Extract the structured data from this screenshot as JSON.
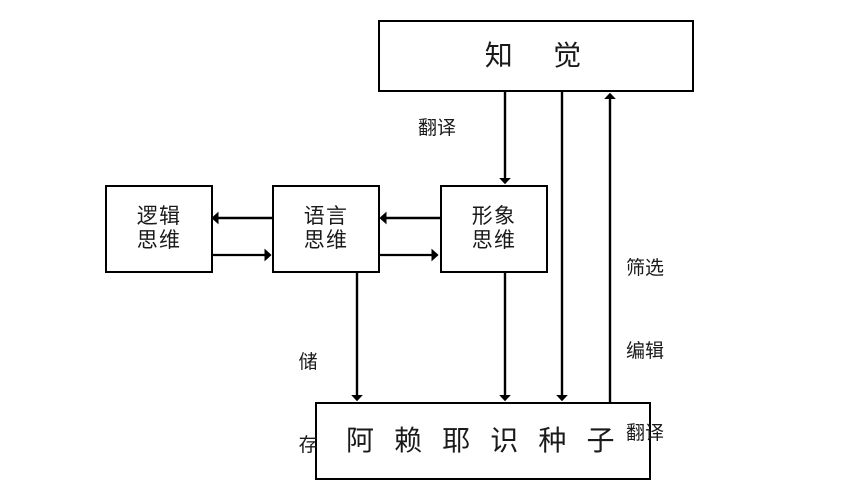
{
  "diagram": {
    "title_present": false,
    "background_color": "#ffffff",
    "stroke_color": "#000000",
    "text_color": "#1a1a1a",
    "nodes": {
      "perception": {
        "label": "知　觉"
      },
      "logical_thinking": {
        "line1": "逻辑",
        "line2": "思维"
      },
      "language_thinking": {
        "line1": "语言",
        "line2": "思维"
      },
      "imagery_thinking": {
        "line1": "形象",
        "line2": "思维"
      },
      "alaya_seeds": {
        "label": "阿 赖 耶 识 种 子"
      }
    },
    "edge_labels": {
      "translate_top": "翻译",
      "store": {
        "line1": "储",
        "line2": "存"
      },
      "filter_edit_translate": {
        "line1": "筛选",
        "line2": "编辑",
        "line3": "翻译"
      }
    },
    "edges": [
      {
        "name": "perception-to-imagery",
        "from": "perception",
        "to": "imagery_thinking",
        "direction": "down",
        "label": "翻译"
      },
      {
        "name": "imagery-to-language",
        "from": "imagery_thinking",
        "to": "language_thinking",
        "direction": "left",
        "label": ""
      },
      {
        "name": "language-to-imagery",
        "from": "language_thinking",
        "to": "imagery_thinking",
        "direction": "right",
        "label": ""
      },
      {
        "name": "language-to-logical",
        "from": "language_thinking",
        "to": "logical_thinking",
        "direction": "left",
        "label": ""
      },
      {
        "name": "logical-to-language",
        "from": "logical_thinking",
        "to": "language_thinking",
        "direction": "right",
        "label": ""
      },
      {
        "name": "language-to-alaya",
        "from": "language_thinking",
        "to": "alaya_seeds",
        "direction": "down",
        "label": "储存"
      },
      {
        "name": "imagery-to-alaya",
        "from": "imagery_thinking",
        "to": "alaya_seeds",
        "direction": "down",
        "label": ""
      },
      {
        "name": "perception-to-alaya",
        "from": "perception",
        "to": "alaya_seeds",
        "direction": "down",
        "label": ""
      },
      {
        "name": "alaya-to-perception",
        "from": "alaya_seeds",
        "to": "perception",
        "direction": "up",
        "label": "筛选编辑翻译"
      }
    ]
  }
}
